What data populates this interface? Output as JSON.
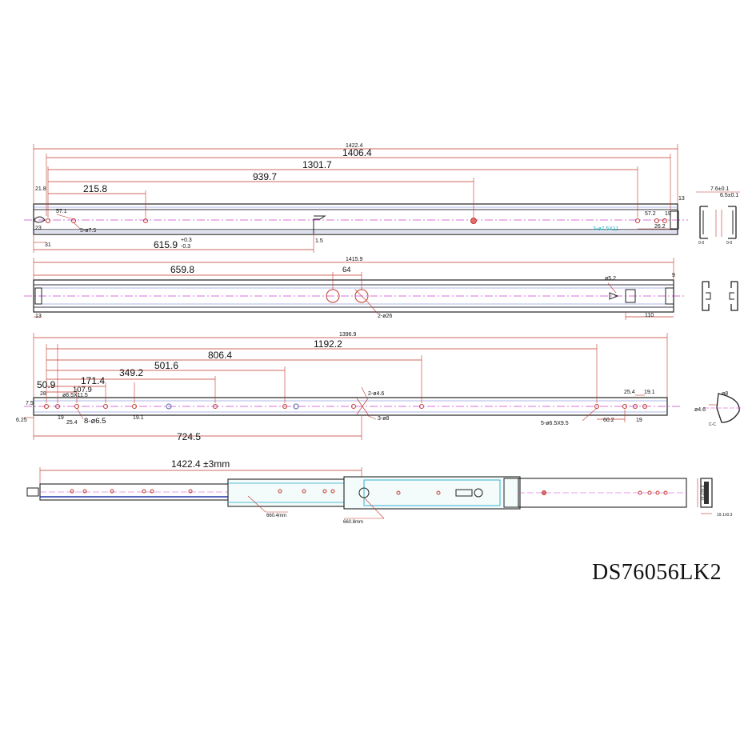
{
  "model": "DS76056LK2",
  "view1": {
    "overall": "1422.4",
    "d1": "1406.4",
    "d2": "1301.7",
    "d3": "939.7",
    "d4": "215.8",
    "d5": "21.8",
    "d6": "57.1",
    "d7": "5-ø7.5",
    "d8": "23",
    "d9": "31",
    "d10": "615.9",
    "tol1": "+0.3",
    "tol2": "-0.3",
    "d11": "57.2",
    "d12": "19",
    "d13": "26.2",
    "d14": "3-ø7.5X11",
    "d15": "7.6±0.1",
    "d16": "6.5±0.1",
    "d17": "13",
    "d18": "1.5"
  },
  "view2": {
    "overall": "1415.9",
    "d1": "659.8",
    "d2": "64",
    "d3": "ø5.2",
    "d4": "2-ø26",
    "d5": "110",
    "d6": "9",
    "d7": "13"
  },
  "view3": {
    "overall": "1396.9",
    "d1": "1192.2",
    "d2": "806.4",
    "d3": "501.6",
    "d4": "349.2",
    "d5": "171.4",
    "d6": "107.9",
    "d7": "50.9",
    "d8": "28",
    "d9": "7.5",
    "d10": "6.25",
    "d11": "ø6.5X11.5",
    "d12": "19",
    "d13": "25.4",
    "d14": "8-ø6.5",
    "d15": "19.1",
    "d16": "724.5",
    "d17": "2-ø4.6",
    "d18": "3-ø8",
    "d19": "25.4",
    "d20": "19.1",
    "d21": "5-ø6.5X9.5",
    "d22": "60.2",
    "d23": "19",
    "d24": "ø4.6",
    "d25": "ø8"
  },
  "view4": {
    "overall": "1422.4 ±3mm",
    "d1": "660.4mm",
    "d2": "660.8mm",
    "d3": "76.2±0.3",
    "d4": "19.1±0.3"
  }
}
